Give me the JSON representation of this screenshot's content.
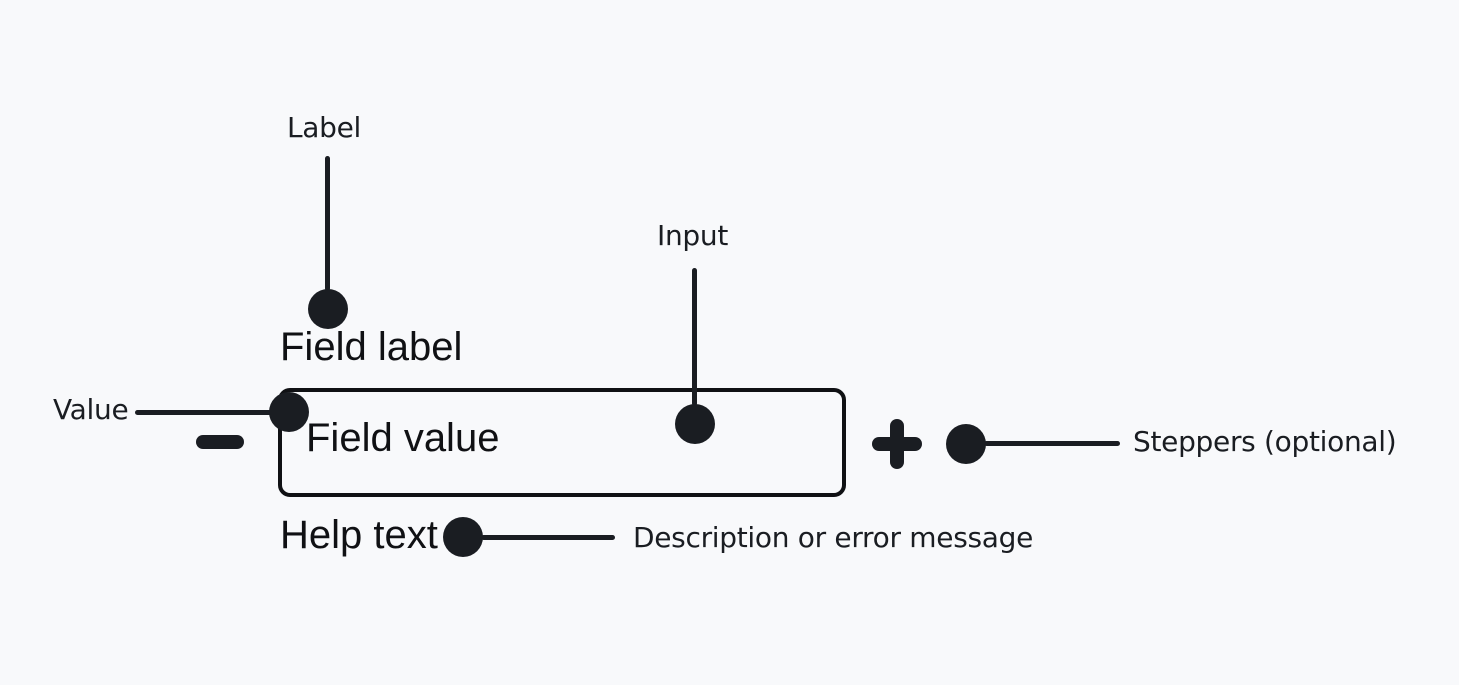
{
  "page": {
    "title": "Number input anatomy diagram",
    "background": "#f8f9fb",
    "ink": "#1a1d22",
    "component_ink": "#101114"
  },
  "annotations": {
    "label": "Label",
    "input": "Input",
    "value": "Value",
    "steppers": "Steppers (optional)",
    "help": "Description or error message"
  },
  "component": {
    "field_label": "Field label",
    "field_value": "Field value",
    "help_text": "Help text"
  },
  "icons": {
    "minus": "minus-stepper-icon",
    "plus": "plus-stepper-icon",
    "connector_dot": "connector-dot",
    "connector_line": "connector-line"
  }
}
